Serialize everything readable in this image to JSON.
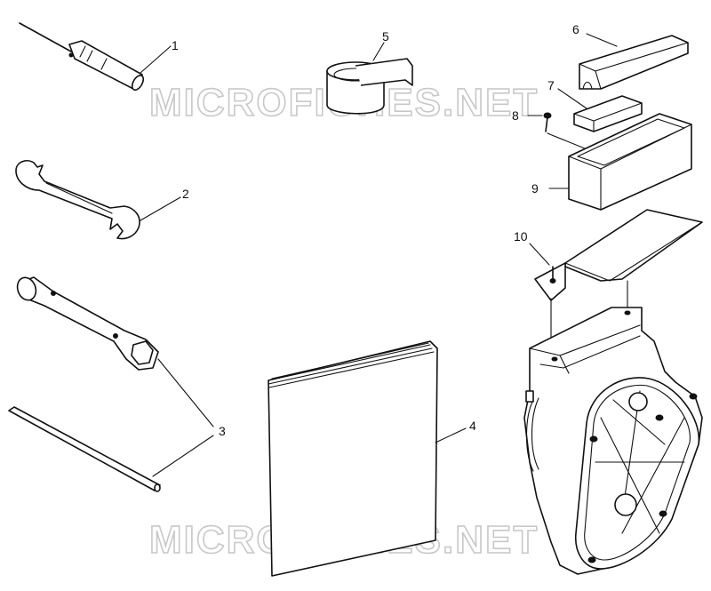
{
  "watermark": {
    "text": "MICROFICHES.NET",
    "color": "#c8c8c8"
  },
  "callouts": [
    {
      "id": "1",
      "part": "screwdriver"
    },
    {
      "id": "2",
      "part": "open-end-wrench"
    },
    {
      "id": "3",
      "part": "spark-plug-wrench-and-bar"
    },
    {
      "id": "4",
      "part": "manual"
    },
    {
      "id": "5",
      "part": "strap-roll"
    },
    {
      "id": "6",
      "part": "tool-box-lid"
    },
    {
      "id": "7",
      "part": "pad"
    },
    {
      "id": "8",
      "part": "screw"
    },
    {
      "id": "9",
      "part": "tool-box"
    },
    {
      "id": "10",
      "part": "bracket-screw"
    }
  ],
  "colors": {
    "line": "#111111",
    "background": "#ffffff"
  }
}
